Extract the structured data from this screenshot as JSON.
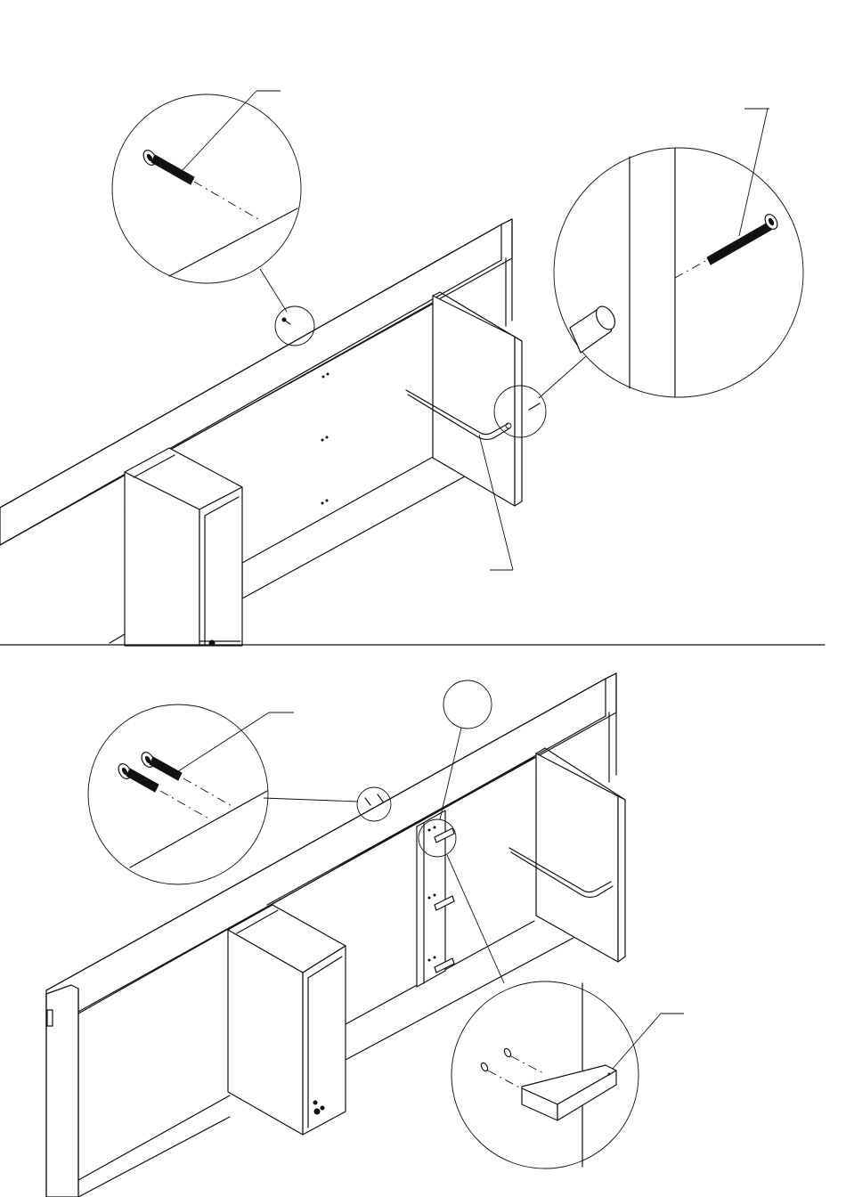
{
  "diagram": {
    "steps": [
      {
        "id": "step-upper",
        "callouts": [
          "long-screw-detail",
          "dowel-screw-detail",
          "handle-rod-pointer"
        ]
      },
      {
        "id": "step-lower",
        "callouts": [
          "double-screw-detail",
          "shelf-support-detail"
        ]
      }
    ]
  }
}
